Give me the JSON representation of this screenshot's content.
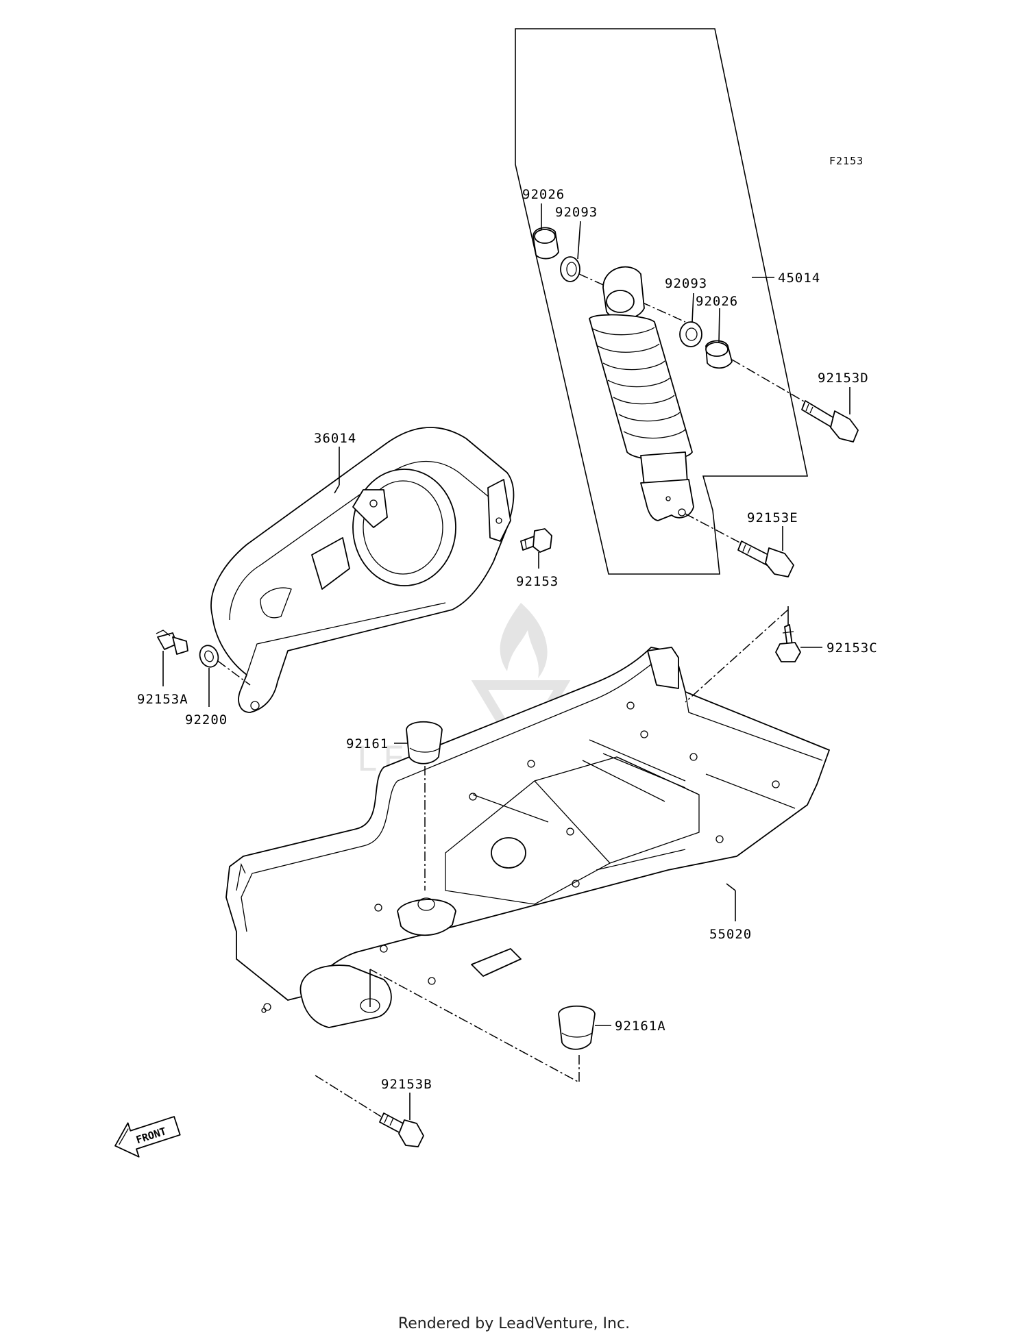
{
  "diagram_ref": "F2153",
  "watermark": "LEADVENTURE",
  "front_label": "FRONT",
  "footer": "Rendered by LeadVenture, Inc.",
  "parts": {
    "p92026_a": "92026",
    "p92093_a": "92093",
    "p45014": "45014",
    "p92093_b": "92093",
    "p92026_b": "92026",
    "p92153D": "92153D",
    "p36014": "36014",
    "p92153": "92153",
    "p92153E": "92153E",
    "p92153C": "92153C",
    "p92153A": "92153A",
    "p92200": "92200",
    "p92161": "92161",
    "p55020": "55020",
    "p92161A": "92161A",
    "p92153B": "92153B"
  }
}
